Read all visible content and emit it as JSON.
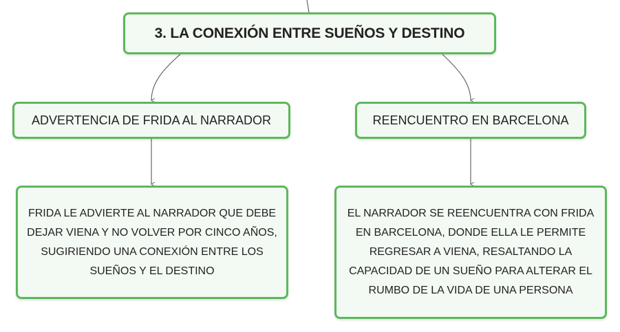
{
  "diagram": {
    "root": {
      "label": "3. LA CONEXIÓN ENTRE SUEÑOS Y DESTINO"
    },
    "branches": [
      {
        "label": "ADVERTENCIA DE FRIDA AL NARRADOR",
        "detail": "FRIDA LE ADVIERTE AL NARRADOR QUE DEBE DEJAR VIENA Y NO VOLVER POR CINCO AÑOS, SUGIRIENDO UNA CONEXIÓN ENTRE LOS SUEÑOS Y EL DESTINO"
      },
      {
        "label": "REENCUENTRO EN BARCELONA",
        "detail": "EL NARRADOR SE REENCUENTRA CON FRIDA EN BARCELONA, DONDE ELLA LE PERMITE REGRESAR A VIENA, RESALTANDO LA CAPACIDAD DE UN SUEÑO PARA ALTERAR EL RUMBO DE LA VIDA DE UNA PERSONA"
      }
    ],
    "colors": {
      "node_border": "#5bb85b",
      "node_fill": "#f3faf3",
      "connector": "#666666",
      "text": "#222222"
    }
  }
}
